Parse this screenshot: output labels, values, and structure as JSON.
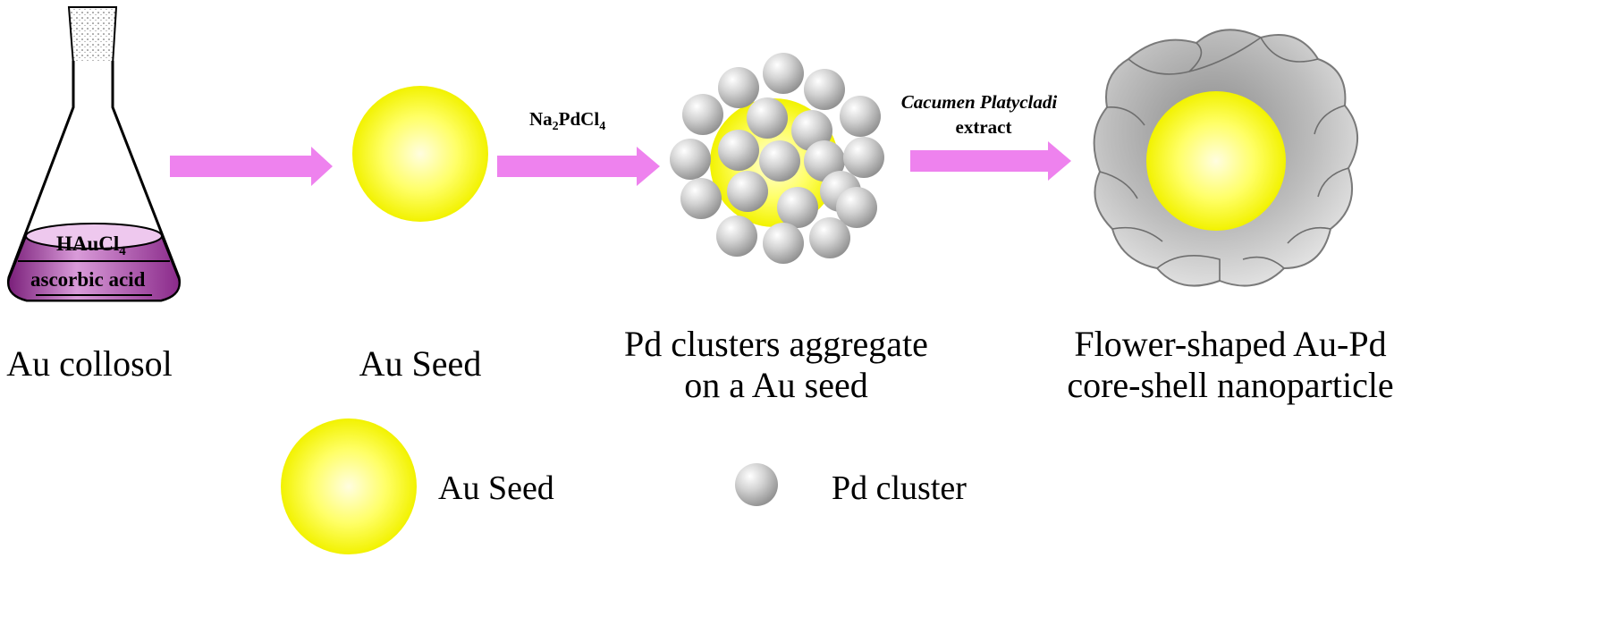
{
  "flask": {
    "label_top": "HAuCl",
    "label_top_sub": "4",
    "label_bottom": "ascorbic acid",
    "caption": "Au collosol"
  },
  "steps": [
    {
      "caption_lines": [
        "Au Seed"
      ]
    },
    {
      "caption_lines": [
        "Pd clusters aggregate",
        "on a Au seed"
      ]
    },
    {
      "caption_lines": [
        "Flower-shaped Au-Pd",
        "core-shell nanoparticle"
      ]
    }
  ],
  "reagents": {
    "r1_main": "Na",
    "r1_sub1": "2",
    "r1_mid": "PdCl",
    "r1_sub2": "4",
    "r2_line1": "Cacumen Platycladi",
    "r2_line2": "extract"
  },
  "legend": {
    "au_seed": "Au Seed",
    "pd_cluster": "Pd cluster"
  },
  "colors": {
    "arrow": "#ee82ee",
    "au_seed": "#ffff33",
    "pd_cluster": "#c8c8c8",
    "solution": "#a03ca0"
  }
}
